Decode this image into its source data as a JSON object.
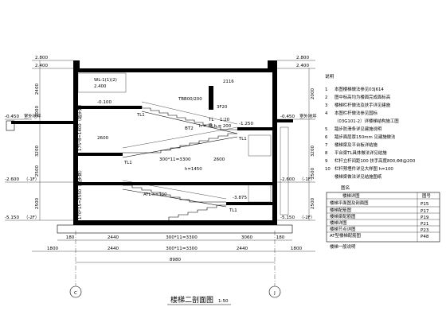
{
  "section": {
    "title": "楼梯二剖面图",
    "scale": "1:50",
    "axis_left": "C",
    "axis_right": "J"
  },
  "elevations": {
    "left": [
      {
        "value": "2.800"
      },
      {
        "value": "2.400"
      },
      {
        "value": "-0.450",
        "note": "室外地坪"
      },
      {
        "value": "-2.600",
        "floor": "（-1F）"
      },
      {
        "value": "-5.150",
        "floor": "（-2F）"
      }
    ],
    "right": [
      {
        "value": "2.800"
      },
      {
        "value": "2.400"
      },
      {
        "value": "-0.450",
        "note": "室外地坪"
      },
      {
        "value": "-2.600",
        "floor": "（-1F）"
      },
      {
        "value": "-5.150",
        "floor": "（-2F）"
      }
    ],
    "inner": [
      "-0.100",
      "-1.250",
      "-3.875"
    ]
  },
  "left_dims": [
    "2400",
    "2000",
    "3200",
    "2500",
    "2500"
  ],
  "right_dims": [
    "2000",
    "3200",
    "2500",
    "2500"
  ],
  "bottom_dims": {
    "row1": [
      "180",
      "2440",
      "300*11=3300",
      "3060",
      "180"
    ],
    "row2": [
      "1800",
      "2440",
      "300*11=3300",
      "2440",
      "1800"
    ],
    "total": "8980"
  },
  "inner_dims": [
    "2600",
    "300*11=3300",
    "2600"
  ],
  "stair_labels": {
    "upper_flight": "BT2",
    "upper_vertical": "175*8=1400（踏步数）",
    "lower_vertical": "170*15=2550（踏步数）",
    "lower_flight": "ATL h=130",
    "lower_note": "h=1450",
    "tl": [
      "TL1",
      "TL1",
      "TL1",
      "TL1"
    ]
  },
  "callouts": {
    "roof_beam": "WL-1(1)(2)",
    "roof_note": "2.400",
    "detail_top": "2116",
    "detail_mid": "TBB00/200",
    "detail_side": "3F20",
    "detail_tl": "TL",
    "detail_scale": "1:20",
    "detail_note": "h = 梁 h = 200"
  },
  "notes": {
    "header": "说明",
    "items": [
      {
        "no": "1",
        "text": "本图楼梯做法参见03J614"
      },
      {
        "no": "2",
        "text": "图中标高均为楼面完成面标高"
      },
      {
        "no": "3",
        "text": "楼梯栏杆做法及扶手详见建施"
      },
      {
        "no": "4",
        "text": "本图栏杆做法参见国标"
      },
      {
        "no": "",
        "text": "（03G101-2）详楼梯结构施工图"
      },
      {
        "no": "5",
        "text": "踏步防滑条详见建施说明"
      },
      {
        "no": "6",
        "text": "踏步面层厚150mm 见建施做法"
      },
      {
        "no": "7",
        "text": "楼梯梁及平台板详结施"
      },
      {
        "no": "8",
        "text": "平台梁TL具体做法详见结施"
      },
      {
        "no": "9",
        "text": "栏杆立杆间距100 扶手高度800,Φ8@200"
      },
      {
        "no": "10",
        "text": "栏杆预埋件详见大样图 h=100"
      },
      {
        "no": "",
        "text": "楼梯梁做法详见结施图纸"
      }
    ]
  },
  "legend": {
    "header": "图名",
    "col1": "楼梯详图",
    "col2": "图号",
    "rows": [
      {
        "name": "楼梯平面图及剖面图",
        "page": "P15"
      },
      {
        "name": "楼梯配筋图",
        "page": "P17"
      },
      {
        "name": "楼梯梁配筋图",
        "page": "P19"
      },
      {
        "name": "楼梯详图",
        "page": "P21"
      },
      {
        "name": "楼梯节点详图",
        "page": "P23"
      },
      {
        "name": "AT型楼梯配筋图",
        "page": "P48"
      },
      {
        "name": "楼梯一般说明",
        "page": ""
      }
    ]
  }
}
